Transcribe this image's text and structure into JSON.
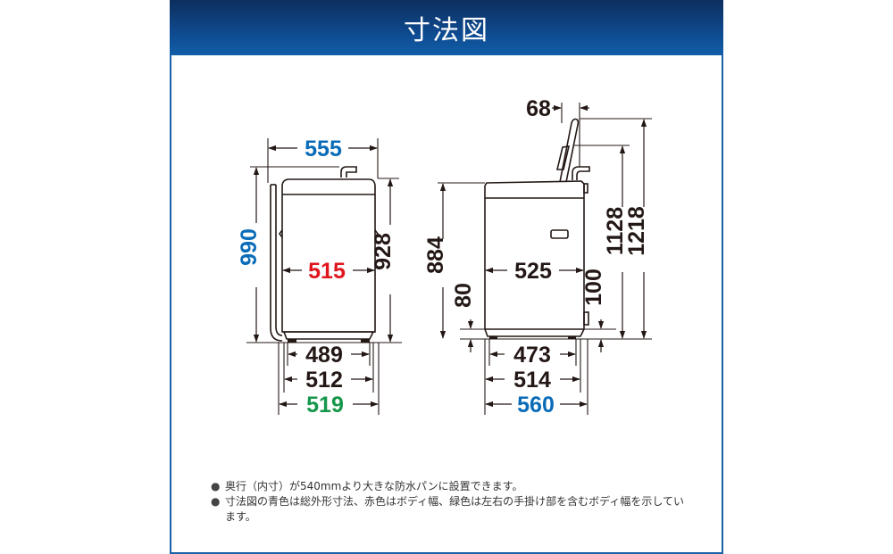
{
  "header": {
    "title": "寸法図"
  },
  "colors": {
    "header_gradient_top": "#0d2f5e",
    "header_gradient_bottom": "#125ea9",
    "frame_border": "#1a62a8",
    "overall_dimension": "#0a6cb8",
    "body_width": "#e0161e",
    "body_width_with_handles": "#15974a",
    "regular_dimension": "#231815"
  },
  "front_view": {
    "top_width": "555",
    "total_height": "990",
    "body_width": "515",
    "body_height": "928",
    "base_width_1": "489",
    "base_width_2": "512",
    "base_width_with_handles": "519"
  },
  "side_view": {
    "lid_offset": "68",
    "body_height": "884",
    "body_depth": "525",
    "foot_height": "80",
    "hose_height": "100",
    "open_lid_height_1": "1128",
    "open_lid_height_2": "1218",
    "base_depth_1": "473",
    "base_depth_2": "514",
    "overall_depth": "560"
  },
  "notes": [
    "奥行（内寸）が540mmより大きな防水パンに設置できます。",
    "寸法図の青色は総外形寸法、赤色はボディ幅、緑色は左右の手掛け部を含むボディ幅を示しています。"
  ],
  "bullet_icon": "●"
}
